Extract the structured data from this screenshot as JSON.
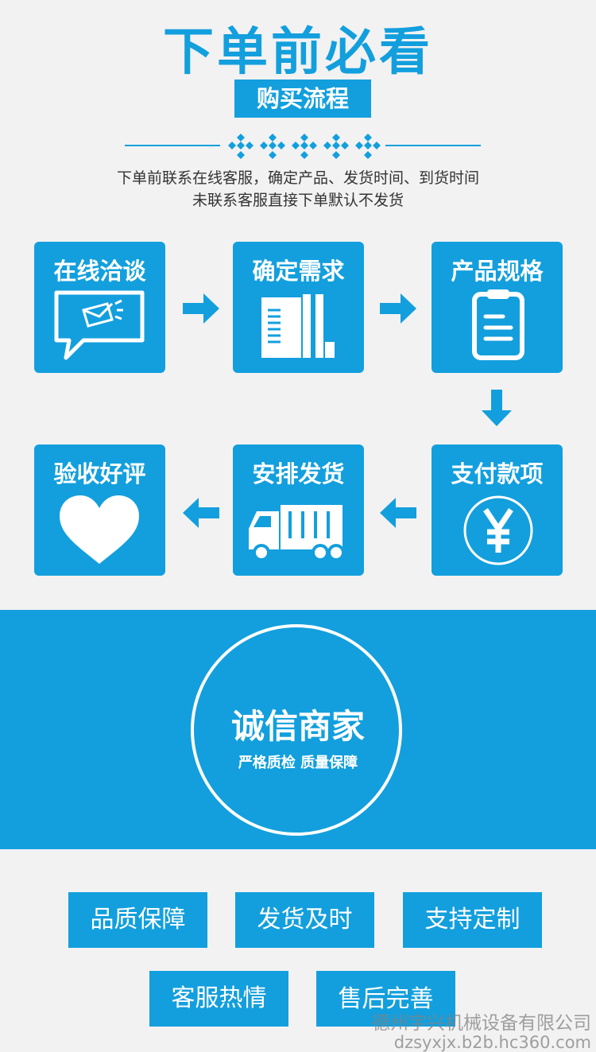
{
  "title": "下单前必看",
  "subtitle": "购买流程",
  "notes": [
    "下单前联系在线客服，确定产品、发货时间、到货时间",
    "未联系客服直接下单默认不发货"
  ],
  "steps": [
    {
      "label": "在线洽谈",
      "icon": "chat-mail-icon"
    },
    {
      "label": "确定需求",
      "icon": "document-bars-icon"
    },
    {
      "label": "产品规格",
      "icon": "clipboard-icon"
    },
    {
      "label": "支付款项",
      "icon": "yen-icon"
    },
    {
      "label": "安排发货",
      "icon": "truck-icon"
    },
    {
      "label": "验收好评",
      "icon": "heart-icon"
    }
  ],
  "badge": {
    "title": "诚信商家",
    "subtitle": "严格质检 质量保障"
  },
  "features": [
    "品质保障",
    "发货及时",
    "支持定制",
    "客服热情",
    "售后完善"
  ],
  "watermark": {
    "company": "德州宇兴机械设备有限公司",
    "url": "dzsyxjx.b2b.hc360.com"
  },
  "colors": {
    "accent": "#139fdd",
    "background": "#f2f2f2"
  }
}
